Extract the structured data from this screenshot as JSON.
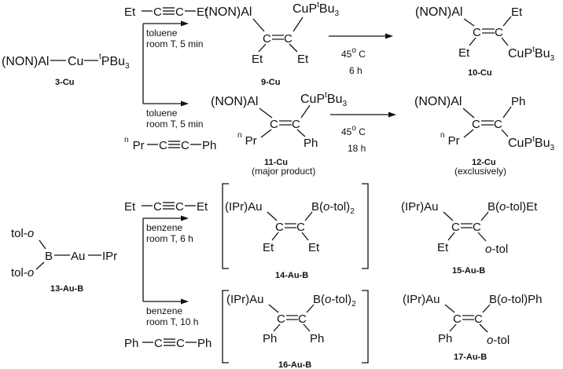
{
  "scheme_1": {
    "alkyne_top": {
      "left": "Et",
      "right": "Et"
    },
    "start": {
      "prefix": "(NON)Al",
      "metal": "Cu",
      "ligand_sup": "t",
      "ligand_main": "PBu",
      "ligand_sub": "3",
      "label": "3-Cu"
    },
    "cond_top": {
      "solvent": "toluene",
      "temp_time": "room T, 5 min"
    },
    "cond_bottom": {
      "solvent": "toluene",
      "temp_time": "room T, 5 min"
    },
    "alkyne_bottom": {
      "left_sup": "n",
      "left": "Pr",
      "right": "Ph"
    },
    "p9": {
      "al": "(NON)Al",
      "cu": "CuP",
      "cu_sup": "t",
      "cu_main": "Bu",
      "cu_sub": "3",
      "sub_left": "Et",
      "sub_right": "Et",
      "label": "9-Cu"
    },
    "arrow_9_10": {
      "temp": "45",
      "deg": "o",
      "unit": " C",
      "time": "6 h"
    },
    "p10": {
      "al": "(NON)Al",
      "sub_top": "Et",
      "sub_left": "Et",
      "cu": "CuP",
      "cu_sup": "t",
      "cu_main": "Bu",
      "cu_sub": "3",
      "label": "10-Cu"
    },
    "p11": {
      "al": "(NON)Al",
      "cu": "CuP",
      "cu_sup": "t",
      "cu_main": "Bu",
      "cu_sub": "3",
      "sub_left_sup": "n",
      "sub_left": "Pr",
      "sub_right": "Ph",
      "label": "11-Cu",
      "note": "(major product)"
    },
    "arrow_11_12": {
      "temp": "45",
      "deg": "o",
      "unit": " C",
      "time": "18 h"
    },
    "p12": {
      "al": "(NON)Al",
      "sub_top": "Ph",
      "sub_left_sup": "n",
      "sub_left": "Pr",
      "cu": "CuP",
      "cu_sup": "t",
      "cu_main": "Bu",
      "cu_sub": "3",
      "label": "12-Cu",
      "note": "(exclusively)"
    }
  },
  "scheme_2": {
    "alkyne_top": {
      "left": "Et",
      "right": "Et"
    },
    "start": {
      "tol_top": "tol-",
      "tol_top_o": "o",
      "tol_bottom": "tol-",
      "tol_bottom_o": "o",
      "boron": "B",
      "metal": "Au",
      "ligand": "IPr",
      "label": "13-Au-B"
    },
    "cond_top": {
      "solvent": "benzene",
      "temp_time": "room T, 6 h"
    },
    "cond_bottom": {
      "solvent": "benzene",
      "temp_time": "room T, 10 h"
    },
    "alkyne_bottom": {
      "left": "Ph",
      "right": "Ph"
    },
    "p14": {
      "au": "(IPr)Au",
      "b": "B(",
      "b_o": "o",
      "b_rest": "-tol)",
      "b_sub": "2",
      "sub_left": "Et",
      "sub_right": "Et",
      "label": "14-Au-B"
    },
    "p15": {
      "au": "(IPr)Au",
      "b": "B(",
      "b_o": "o",
      "b_rest": "-tol)Et",
      "sub_left": "Et",
      "sub_right_o": "o",
      "sub_right": "-tol",
      "label": "15-Au-B"
    },
    "p16": {
      "au": "(IPr)Au",
      "b": "B(",
      "b_o": "o",
      "b_rest": "-tol)",
      "b_sub": "2",
      "sub_left": "Ph",
      "sub_right": "Ph",
      "label": "16-Au-B"
    },
    "p17": {
      "au": "(IPr)Au",
      "b": "B(",
      "b_o": "o",
      "b_rest": "-tol)Ph",
      "sub_left": "Ph",
      "sub_right_o": "o",
      "sub_right": "-tol",
      "label": "17-Au-B"
    }
  },
  "common": {
    "alkene_c": "C"
  }
}
